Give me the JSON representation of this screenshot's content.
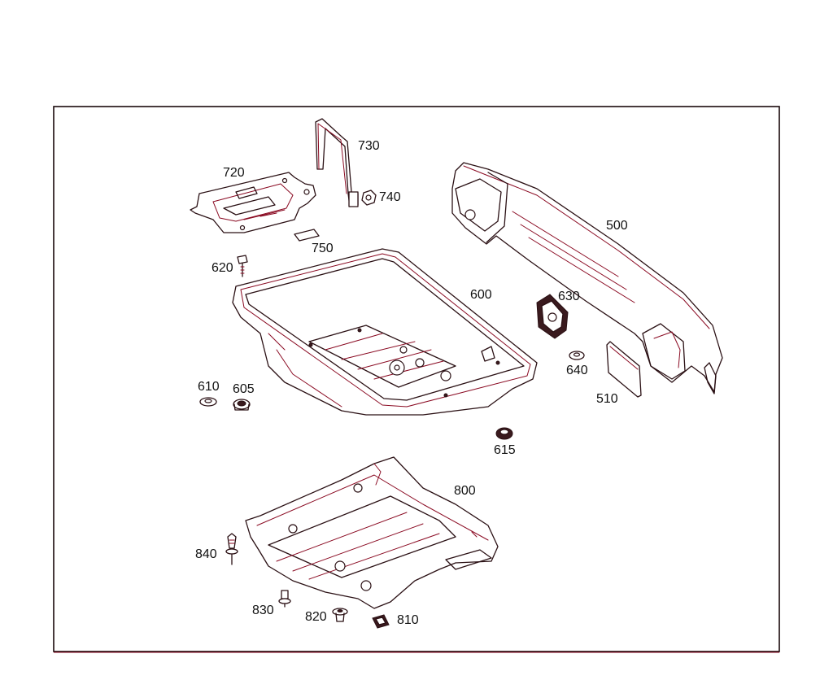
{
  "diagram": {
    "accent_color": "#8a0a22",
    "line_color": "#2a1014",
    "parts": {
      "p500": "500",
      "p510": "510",
      "p600": "600",
      "p605": "605",
      "p610": "610",
      "p615": "615",
      "p620": "620",
      "p630": "630",
      "p640": "640",
      "p720": "720",
      "p730": "730",
      "p740": "740",
      "p750": "750",
      "p800": "800",
      "p810": "810",
      "p820": "820",
      "p830": "830",
      "p840": "840"
    }
  }
}
